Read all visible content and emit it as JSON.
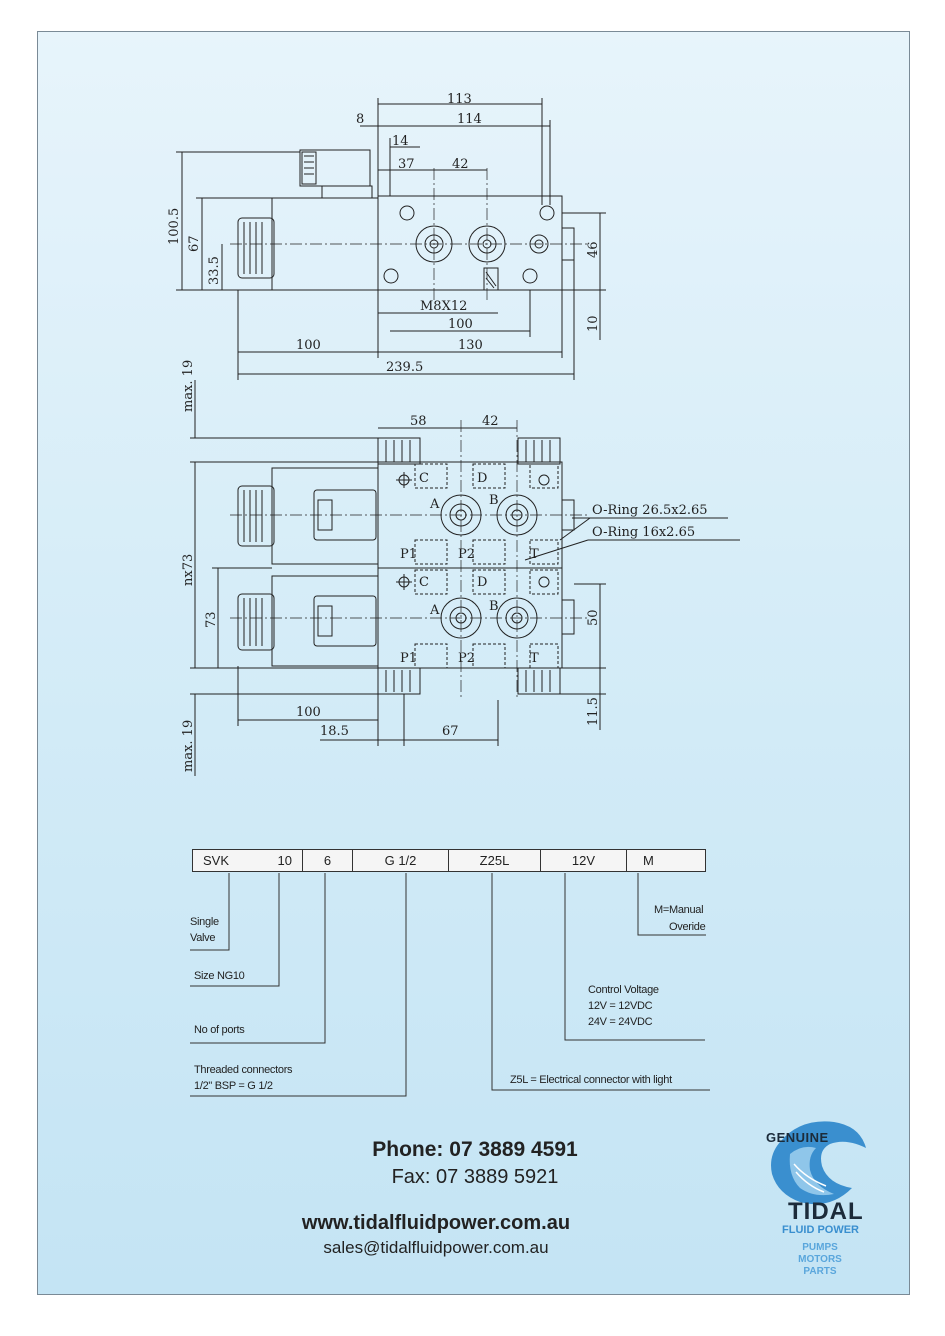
{
  "drawing_top": {
    "dims": {
      "d113": "113",
      "d114": "114",
      "d8": "8",
      "d14": "14",
      "d37": "37",
      "d42": "42",
      "d100_5": "100.5",
      "d67": "67",
      "d33_5": "33.5",
      "d46": "46",
      "d10": "10",
      "m8x12": "M8X12",
      "d100_inner": "100",
      "d100": "100",
      "d130": "130",
      "d239_5": "239.5"
    }
  },
  "drawing_bottom": {
    "dims": {
      "max19_top": "max. 19",
      "d58": "58",
      "d42": "42",
      "nx73": "nx73",
      "d73": "73",
      "d50": "50",
      "d11_5": "11.5",
      "d100": "100",
      "d18_5": "18.5",
      "d67": "67",
      "max19_bottom": "max. 19"
    },
    "oring1": "O-Ring 26.5x2.65",
    "oring2": "O-Ring 16x2.65",
    "ports": {
      "a": "A",
      "b": "B",
      "c": "C",
      "d": "D",
      "p1": "P1",
      "p2": "P2",
      "t": "T"
    }
  },
  "code_table": {
    "cells": [
      "SVK",
      "10",
      "6",
      "G 1/2",
      "Z25L",
      "12V",
      "M"
    ]
  },
  "legend": {
    "single_valve_1": "Single",
    "single_valve_2": "Valve",
    "size": "Size NG10",
    "ports": "No of ports",
    "threaded_1": "Threaded connectors",
    "threaded_2": "1/2\" BSP = G 1/2",
    "manual_1": "M=Manual",
    "manual_2": "Overide",
    "voltage_1": "Control Voltage",
    "voltage_2": "12V = 12VDC",
    "voltage_3": "24V = 24VDC",
    "connector": "Z5L = Electrical connector with light"
  },
  "contact": {
    "phone": "Phone: 07 3889 4591",
    "fax": "Fax: 07 3889 5921",
    "website": "www.tidalfluidpower.com.au",
    "email": "sales@tidalfluidpower.com.au"
  },
  "logo": {
    "genuine": "GENUINE",
    "tidal": "TIDAL",
    "fluid_power": "FLUID POWER",
    "pumps": "PUMPS",
    "motors": "MOTORS",
    "parts": "PARTS"
  },
  "colors": {
    "background_top": "#e7f4fb",
    "background_bottom": "#c4e4f4",
    "logo_blue": "#3a8fcf",
    "logo_light": "#8fc6ea",
    "ink": "#222222"
  }
}
